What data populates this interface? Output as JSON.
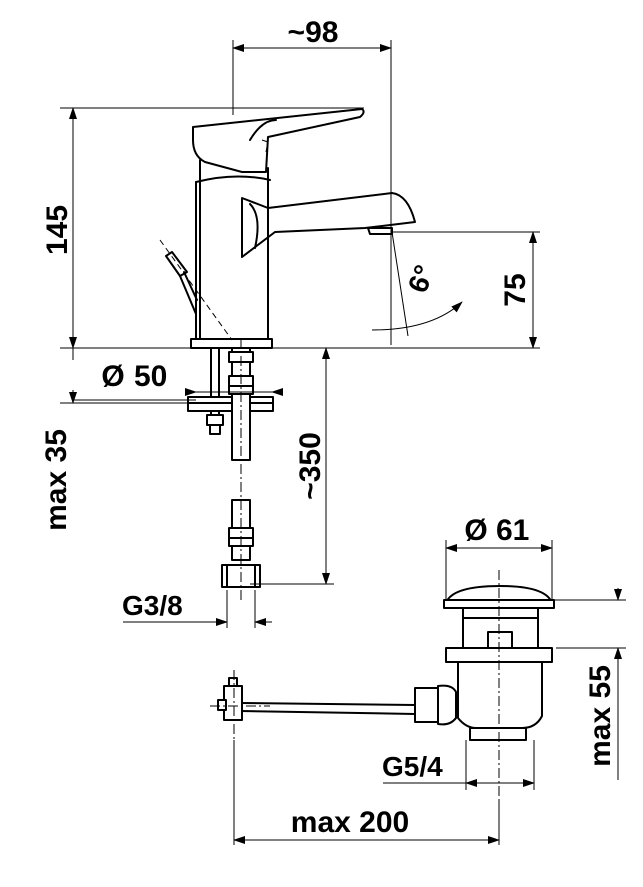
{
  "labels": {
    "width_top": "~98",
    "height_total": "145",
    "spout_height": "75",
    "angle": "6°",
    "diameter_base": "50",
    "max_thickness": "max 35",
    "hose_length": "~350",
    "thread_hose": "G3/8",
    "diameter_waste": "61",
    "max_waste_height": "max 55",
    "thread_waste": "G5/4",
    "max_rod_length": "max 200"
  },
  "symbols": {
    "diameter": "Ø"
  },
  "colors": {
    "line": "#000000",
    "background": "#ffffff"
  }
}
